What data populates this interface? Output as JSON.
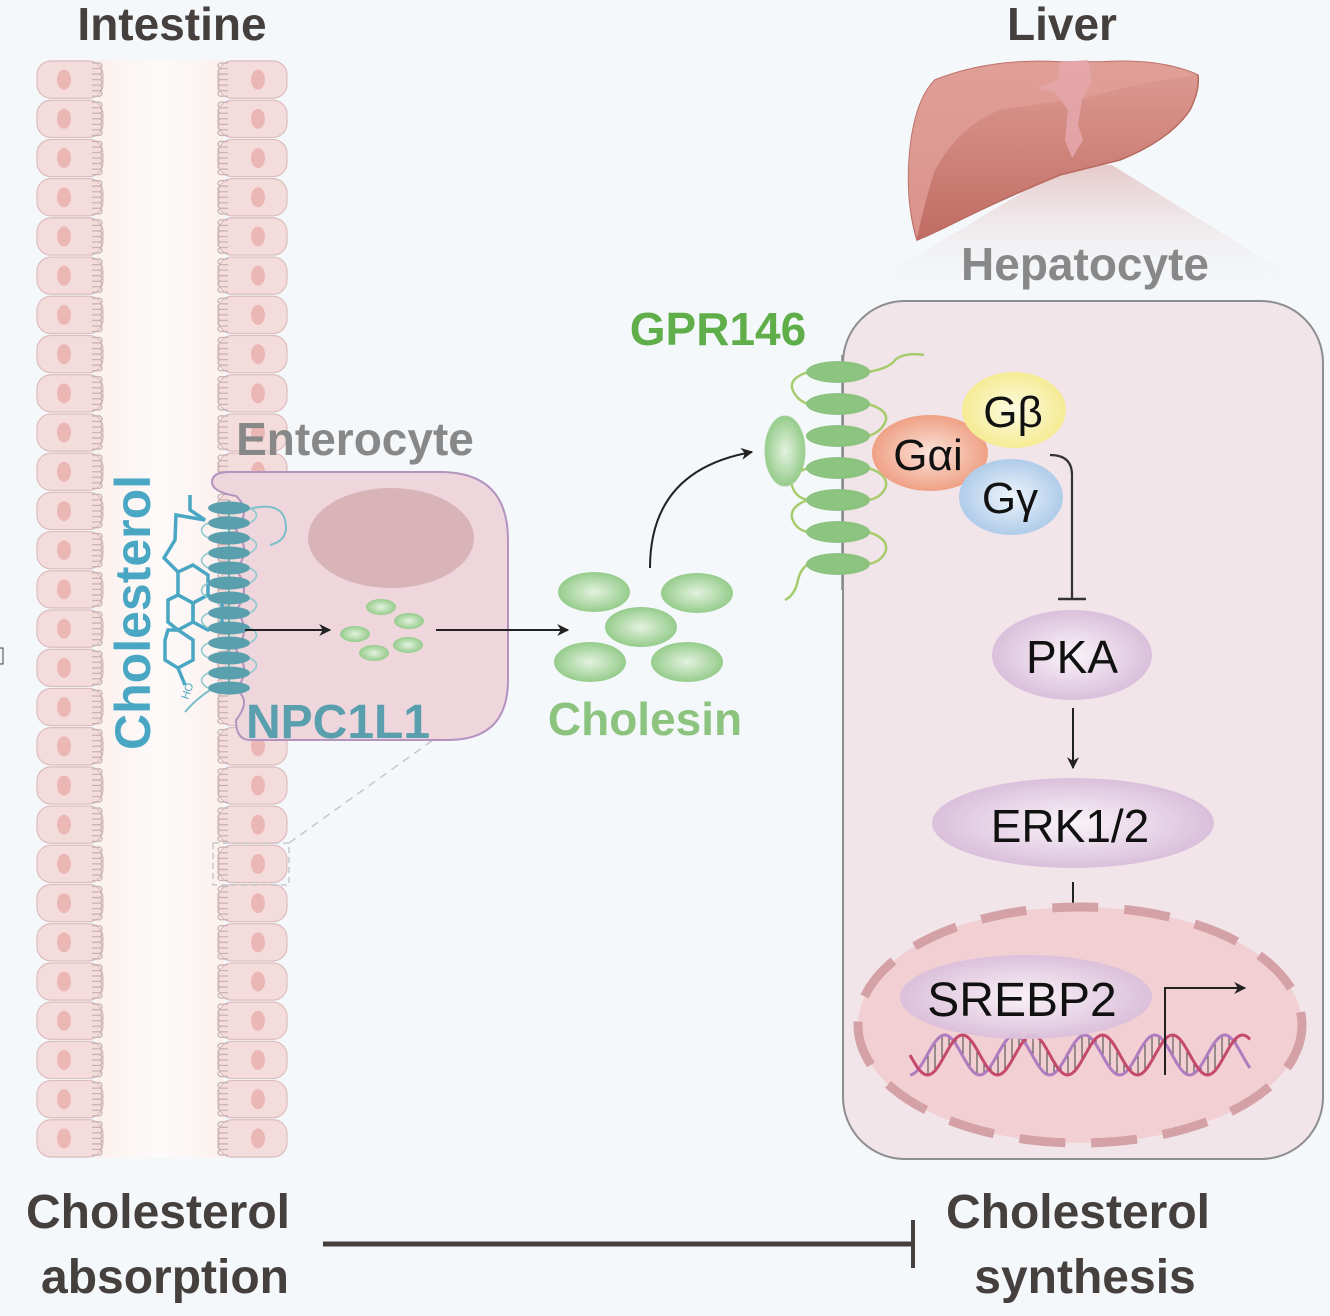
{
  "titles": {
    "intestine": "Intestine",
    "liver": "Liver",
    "enterocyte": "Enterocyte",
    "hepatocyte": "Hepatocyte"
  },
  "labels": {
    "cholesterol": "Cholesterol",
    "npc1l1": "NPC1L1",
    "cholesin": "Cholesin",
    "gpr146": "GPR146",
    "g_alpha_i": "Gαi",
    "g_beta": "Gβ",
    "g_gamma": "Gγ",
    "pka": "PKA",
    "erk": "ERK1/2",
    "srebp2": "SREBP2",
    "hydroxyl": "HO"
  },
  "bottom": {
    "left_line1": "Cholesterol",
    "left_line2": "absorption",
    "right_line1": "Cholesterol",
    "right_line2": "synthesis"
  },
  "colors": {
    "background": "#f4f8fb",
    "heading": "#45403e",
    "subheading": "#888888",
    "cholesterol_teal": "#4aa7c4",
    "npc1l1_teal": "#5a9fad",
    "green_dark": "#5fae4a",
    "green_light": "#8cc47f",
    "cell_pink": "#f5dcdc",
    "enterocyte_fill": "#eed6dc",
    "hepatocyte_fill": "#f1e5ea",
    "nucleus_fill": "#f2cfd3",
    "liver": "#c8766c",
    "g_alpha": "#f0a184",
    "g_beta": "#f7ec96",
    "g_gamma": "#b3cfea",
    "kinase": "#dcc2dc",
    "dna_red": "#c44a6d",
    "dna_purple": "#b07cc0"
  },
  "structure": {
    "intestine_cell_rows": 28,
    "npc1l1_segments": 13,
    "gpr146_segments": 7,
    "cholesin_small_count": 5,
    "cholesin_large_count": 5
  }
}
